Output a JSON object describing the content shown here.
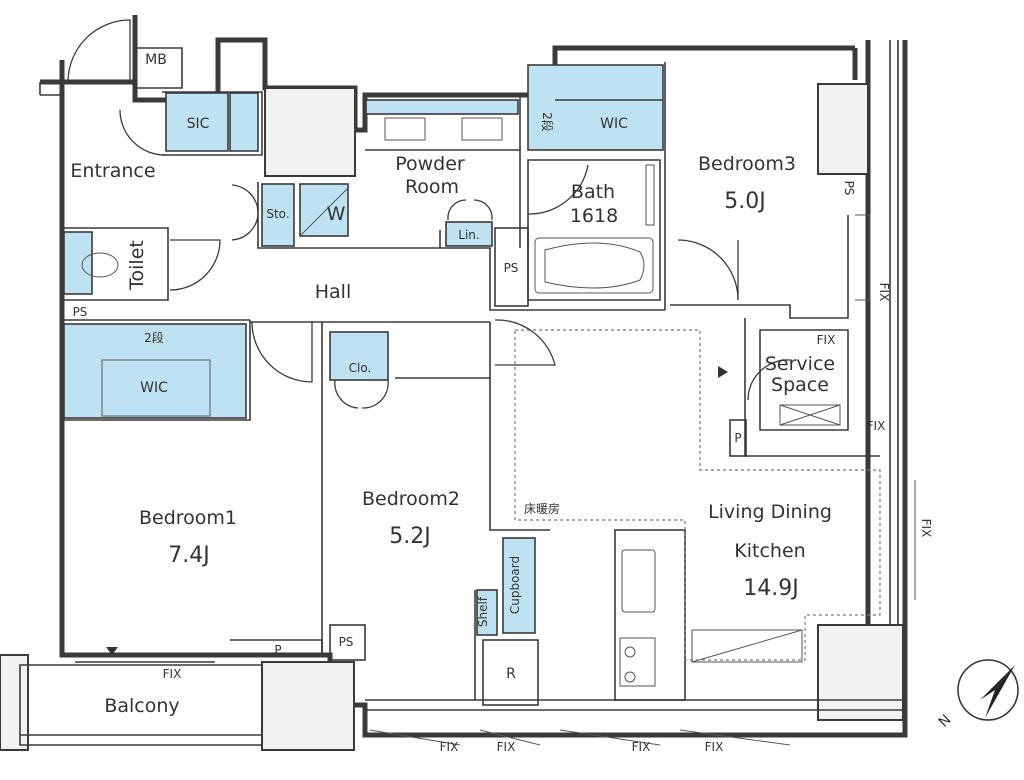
{
  "rooms": {
    "entrance": "Entrance",
    "powder_room_line1": "Powder",
    "powder_room_line2": "Room",
    "bath_label": "Bath",
    "bath_size": "1618",
    "bedroom3": "Bedroom3",
    "bedroom3_area": "5.0J",
    "toilet": "Toilet",
    "hall": "Hall",
    "service_space_line1": "Service",
    "service_space_line2": "Space",
    "bedroom1": "Bedroom1",
    "bedroom1_area": "7.4J",
    "bedroom2": "Bedroom2",
    "bedroom2_area": "5.2J",
    "ldk_line1": "Living Dining",
    "ldk_line2": "Kitchen",
    "ldk_area": "14.9J",
    "balcony": "Balcony"
  },
  "storage": {
    "mb": "MB",
    "sic": "SIC",
    "wic_top": "WIC",
    "step_top": "2段",
    "sto": "Sto.",
    "w": "W",
    "lin": "Lin.",
    "ps_bath": "PS",
    "ps_toilet": "PS",
    "ps_bedroom3": "PS",
    "ps_bottom": "PS",
    "wic_bedroom1": "WIC",
    "step_bedroom1": "2段",
    "clo": "Clo.",
    "shelf": "Shelf",
    "cupboard": "Cupboard",
    "r": "R",
    "p_service": "P",
    "p_balcony": "P",
    "floor_heating": "床暖房"
  },
  "windows": {
    "fix_bedroom3": "FIX",
    "fix_service_top": "FIX",
    "fix_service_bottom": "FIX",
    "fix_ldk_right": "FIX",
    "fix_balcony": "FIX",
    "fix_bottom_1": "FIX",
    "fix_bottom_2": "FIX",
    "fix_bottom_3": "FIX",
    "fix_bottom_4": "FIX"
  },
  "compass": {
    "north_letter": "N"
  }
}
